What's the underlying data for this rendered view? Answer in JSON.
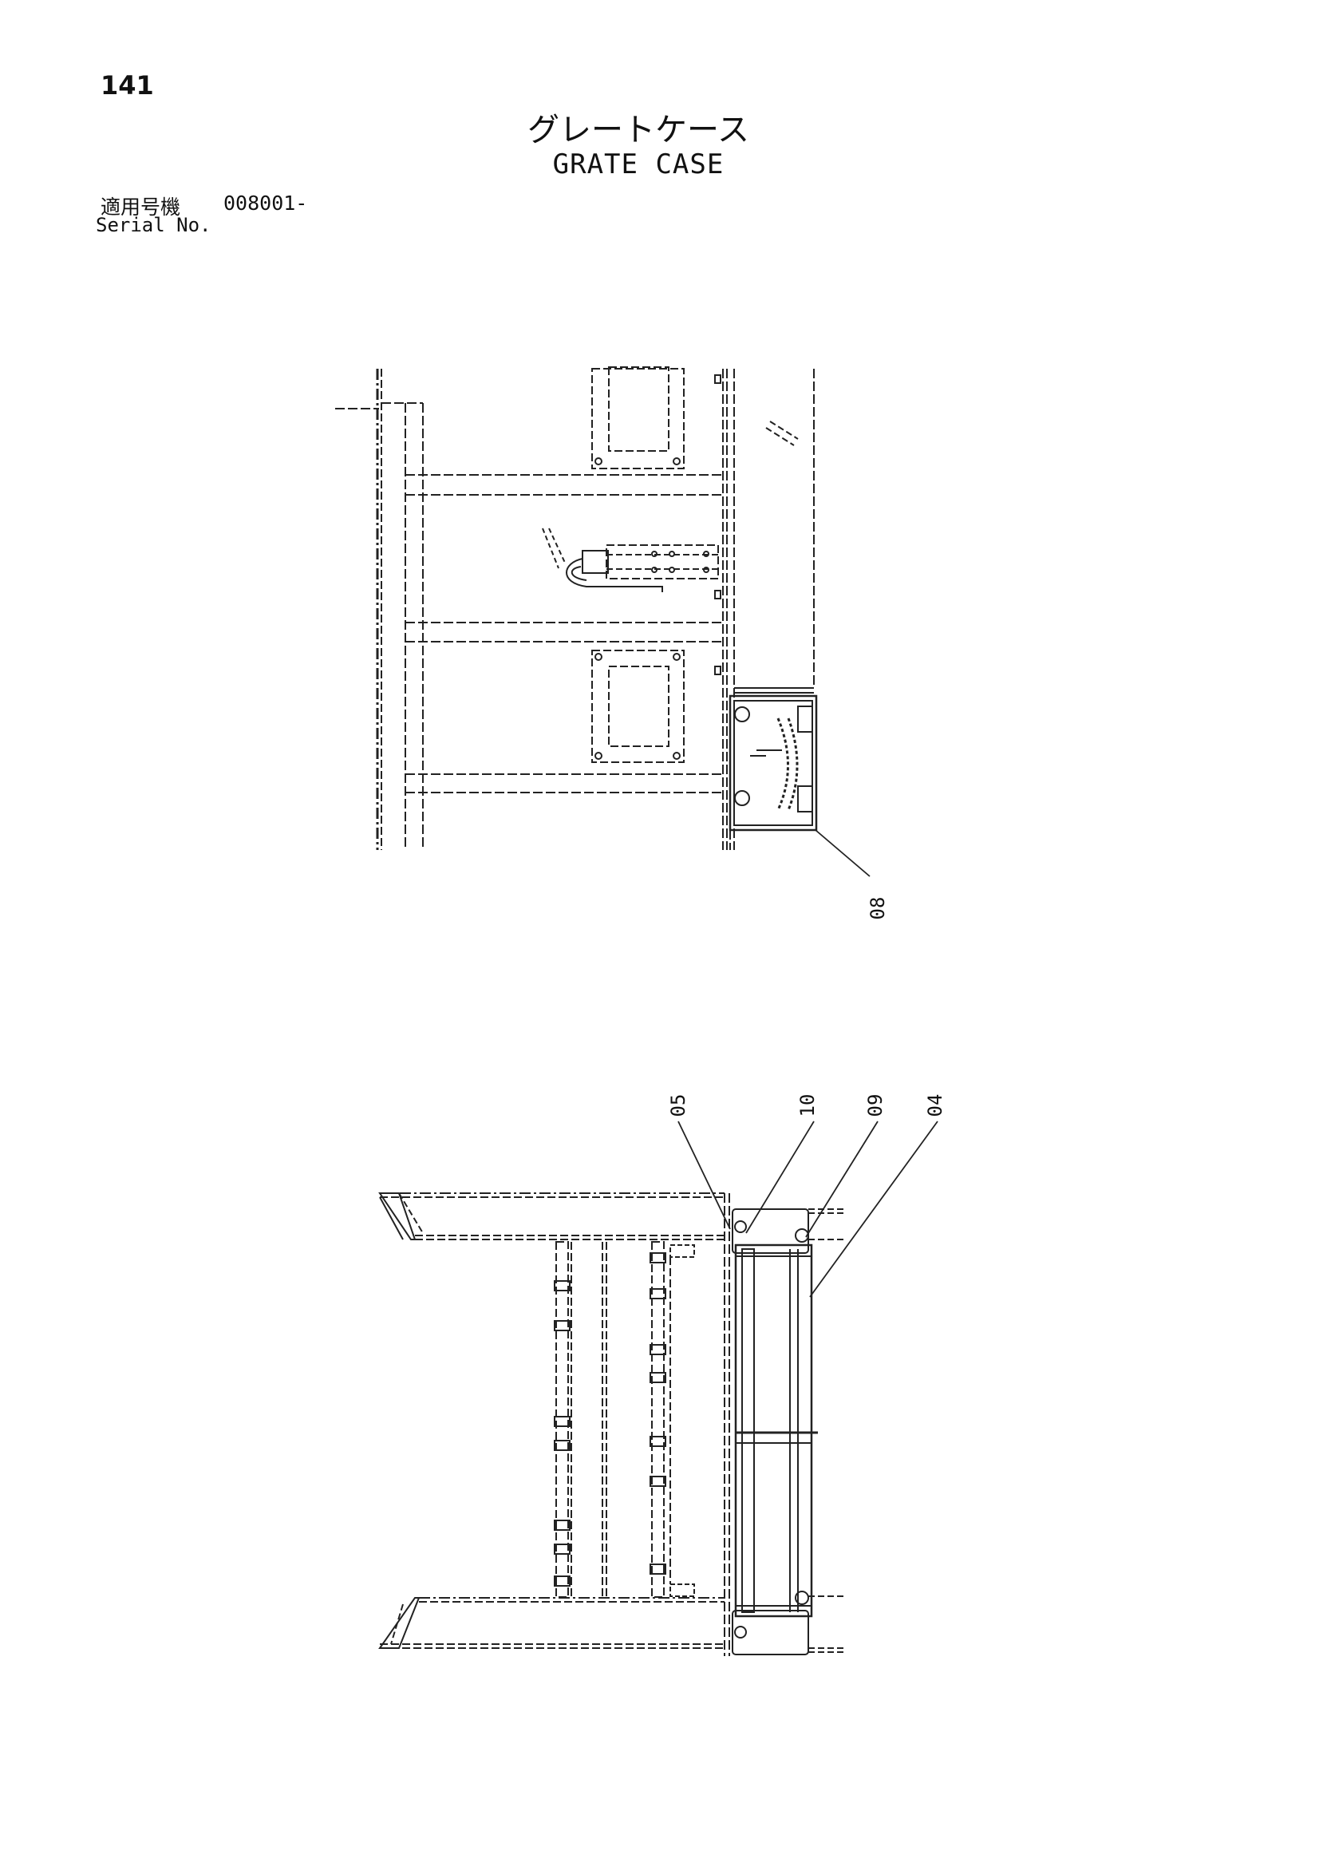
{
  "page_number": "141",
  "title_jp": "グレートケース",
  "title_en": "GRATE CASE",
  "serial": {
    "label_jp": "適用号機",
    "label_en": "Serial No.",
    "value": "008001-"
  },
  "callouts": [
    {
      "id": "08",
      "text": "08"
    },
    {
      "id": "05",
      "text": "05"
    },
    {
      "id": "10",
      "text": "10"
    },
    {
      "id": "09",
      "text": "09"
    },
    {
      "id": "04",
      "text": "04"
    }
  ]
}
